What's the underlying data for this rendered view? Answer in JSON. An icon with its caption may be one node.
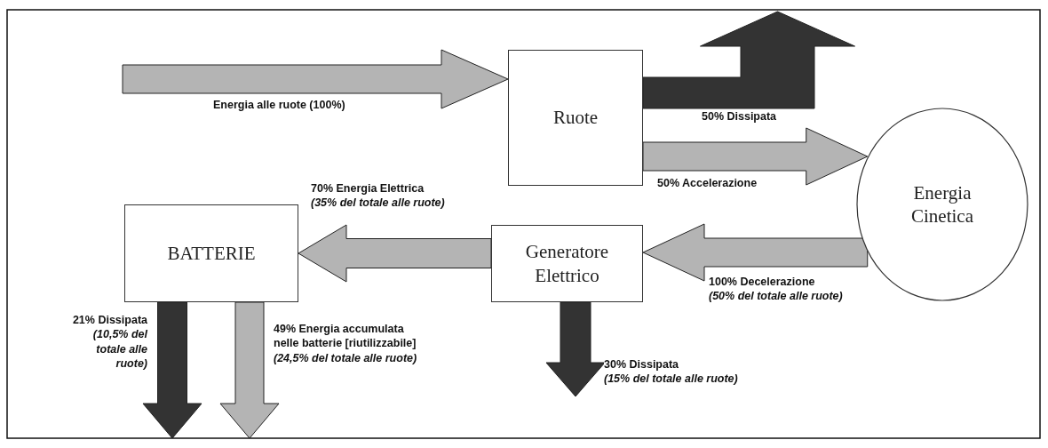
{
  "diagram": {
    "nodes": [
      {
        "text": [
          "Ruote"
        ]
      },
      {
        "text": [
          "Energia Cinetica"
        ]
      },
      {
        "text": [
          "BATTERIE"
        ]
      },
      {
        "text": [
          "Generatore Elettrico"
        ]
      }
    ],
    "edges": [
      {
        "from": null,
        "to": 0,
        "arrow": "to",
        "label": "Energia alle ruote (100%)"
      },
      {
        "from": 0,
        "to": null,
        "arrow": "to",
        "label": "50% Dissipata",
        "color": "#333333"
      },
      {
        "from": 0,
        "to": 1,
        "arrow": "to",
        "label": "50% Accelerazione"
      },
      {
        "from": 1,
        "to": 3,
        "arrow": "to",
        "label": "100% Decelerazione *(50% del totale alle ruote)*"
      },
      {
        "from": 3,
        "to": 2,
        "arrow": "to",
        "label": "70% Energia Elettrica *(35% del totale alle ruote)*"
      },
      {
        "from": 3,
        "to": null,
        "arrow": "to",
        "label": "30% Dissipata *(15% del totale alle ruote)*",
        "color": "#333333"
      },
      {
        "from": 2,
        "to": null,
        "arrow": "to",
        "label": "21% Dissipata *(10,5% del totale alle ruote)*",
        "color": "#333333"
      },
      {
        "from": 2,
        "to": null,
        "arrow": "to",
        "label": "49% Energia accumulata nelle batterie [riutilizzabile] *(24,5% del totale alle ruote)*"
      }
    ]
  }
}
